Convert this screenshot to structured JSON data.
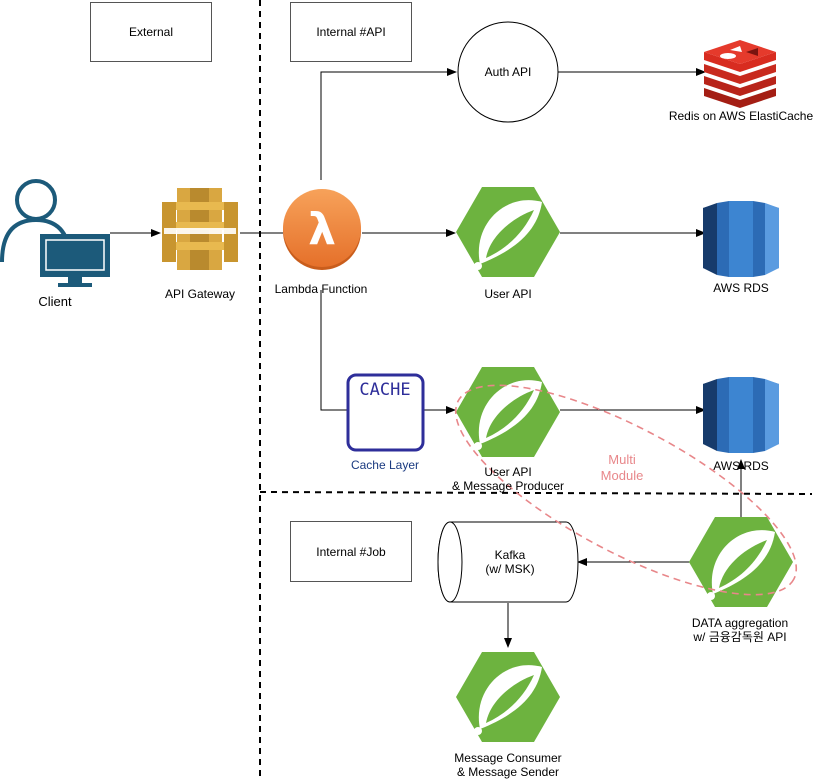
{
  "zones": {
    "external": "External",
    "internal_api": "Internal #API",
    "internal_job": "Internal #Job"
  },
  "nodes": {
    "client": "Client",
    "api_gateway": "API Gateway",
    "lambda": "Lambda Function",
    "auth_api": "Auth API",
    "redis": "Redis on AWS ElastiCache",
    "user_api": "User API",
    "aws_rds_1": "AWS RDS",
    "cache_icon_text": "CACHE",
    "cache_layer": "Cache Layer",
    "user_api_producer": "User API\n& Message Producer",
    "aws_rds_2": "AWS RDS",
    "kafka": "Kafka\n(w/ MSK)",
    "data_aggregation": "DATA aggregation\nw/ 금융감독원 API",
    "message_consumer": "Message Consumer\n& Message Sender"
  },
  "annotation": {
    "multi_module": "Multi\nModule",
    "color": "#e8878a"
  },
  "colors": {
    "spring_green": "#6db33f",
    "lambda_orange": "#f58536",
    "gateway_gold": "#d9a741",
    "rds_blue": "#2e73b8",
    "redis_red": "#d82c20",
    "cache_purple": "#2e2e9a",
    "client_blue": "#1c5a7a"
  }
}
